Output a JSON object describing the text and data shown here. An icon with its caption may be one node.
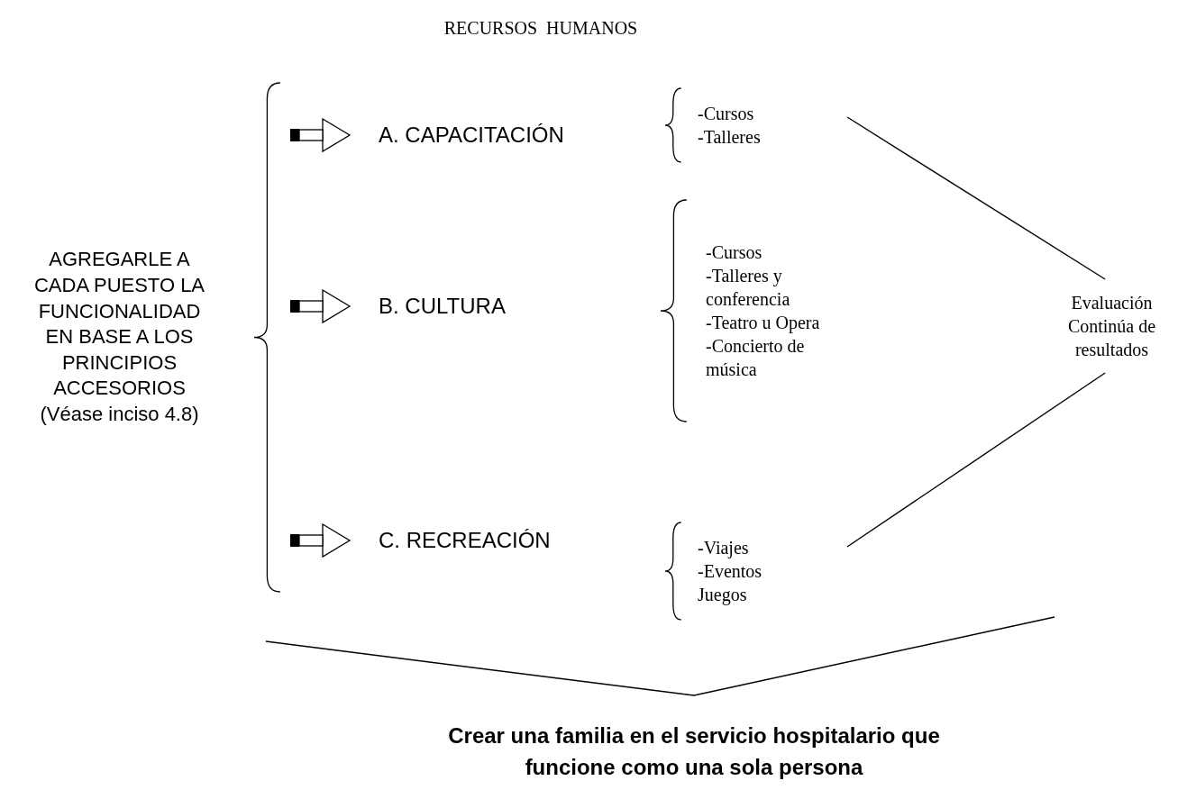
{
  "diagram": {
    "title": "RECURSOS  HUMANOS",
    "nodes": [
      {
        "text": [
          "AGREGARLE A CADA PUESTO LA FUNCIONALIDAD EN BASE A LOS PRINCIPIOS ACCESORIOS (Véase inciso 4.8)"
        ]
      },
      {
        "text": [
          "A. CAPACITACIÓN"
        ]
      },
      {
        "text": [
          "B. CULTURA"
        ]
      },
      {
        "text": [
          "C. RECREACIÓN"
        ]
      },
      {
        "text": [
          "-Cursos",
          "-Talleres"
        ]
      },
      {
        "text": [
          "-Cursos",
          "-Talleres y conferencia",
          "-Teatro u Opera",
          "-Concierto de música"
        ]
      },
      {
        "text": [
          "-Viajes",
          "-Eventos",
          "Juegos"
        ]
      },
      {
        "text": [
          "Evaluación Continúa de resultados"
        ]
      },
      {
        "text": [
          "Crear una familia en el servicio hospitalario que funcione como una sola persona"
        ]
      }
    ],
    "edges": [
      {
        "from": 0,
        "to": 1,
        "arrow": "to"
      },
      {
        "from": 0,
        "to": 2,
        "arrow": "to"
      },
      {
        "from": 0,
        "to": 3,
        "arrow": "to"
      },
      {
        "from": 4,
        "to": 7,
        "arrow": "none"
      },
      {
        "from": 6,
        "to": 7,
        "arrow": "none"
      }
    ]
  }
}
